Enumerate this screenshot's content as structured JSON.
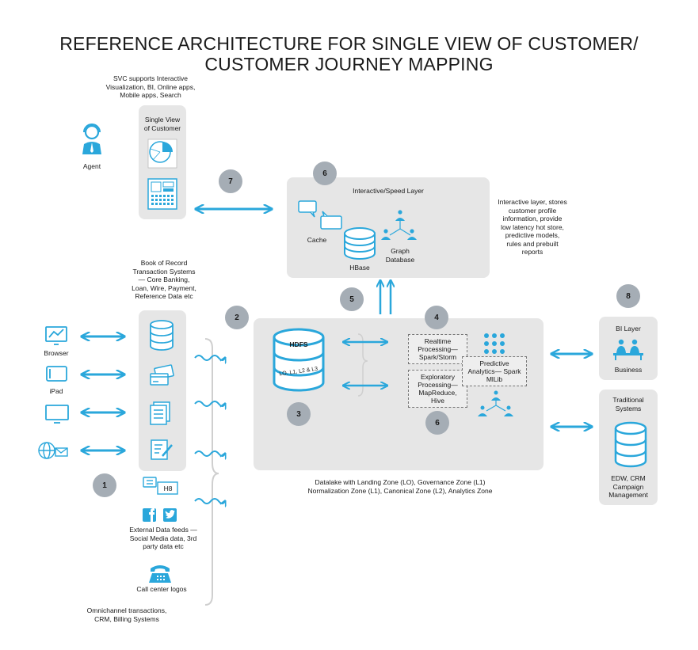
{
  "title_line1": "REFERENCE ARCHITECTURE  FOR SINGLE VIEW OF CUSTOMER/",
  "title_line2": "CUSTOMER JOURNEY MAPPING",
  "svc_note": "SVC supports Interactive Visualization, BI, Online apps, Mobile apps, Search",
  "agent_label": "Agent",
  "svc_box_title": "Single View of Customer",
  "badges": {
    "b1": "1",
    "b2": "2",
    "b3": "3",
    "b4": "4",
    "b5": "5",
    "b6a": "6",
    "b6b": "6",
    "b7": "7",
    "b8": "8"
  },
  "speed_layer": {
    "title": "Interactive/Speed Layer",
    "cache": "Cache",
    "hbase": "HBase",
    "graph": "Graph Database",
    "note": "Interactive layer, stores customer profile information, provide low latency hot store, predictive models, rules and prebuilt reports"
  },
  "sources": {
    "book_of_record": "Book of Record Transaction Systems— Core Banking, Loan, Wire, Payment, Reference Data etc",
    "browser": "Browser",
    "ipad": "iPad",
    "h8": "H8",
    "external": "External Data feeds — Social Media data, 3rd party data etc",
    "callcenter": "Call center logos",
    "omnichannel": "Omnichannel transactions, CRM, Billing Systems"
  },
  "datalake": {
    "hdfs": "HDFS",
    "zones": "LO, L1, L2 & L3",
    "realtime": "Realtime Processing— Spark/Storm",
    "exploratory": "Exploratory Processing— MapReduce, Hive",
    "predictive": "Predictive Analytics— Spark MlLib",
    "caption_line1": "Datalake with Landing Zone (LO), Governance Zone (L1)",
    "caption_line2": "Normalization Zone (L1), Canonical Zone (L2), Analytics Zone"
  },
  "bi": {
    "title": "BI Layer",
    "business": "Business"
  },
  "traditional": {
    "title": "Traditional Systems",
    "edw": "EDW, CRM Campaign Management"
  },
  "colors": {
    "accent": "#2aa7db",
    "box": "#e6e6e6",
    "badge": "#a5adb5"
  }
}
